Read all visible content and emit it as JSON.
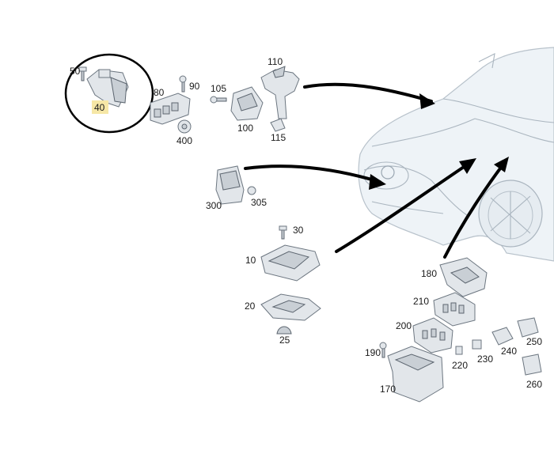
{
  "labels": {
    "p50": "50",
    "p40": "40",
    "p80": "80",
    "p90": "90",
    "p400": "400",
    "p105": "105",
    "p100": "100",
    "p110": "110",
    "p115": "115",
    "p300": "300",
    "p305": "305",
    "p30": "30",
    "p10": "10",
    "p20": "20",
    "p25": "25",
    "p180": "180",
    "p210": "210",
    "p200": "200",
    "p190": "190",
    "p220": "220",
    "p230": "230",
    "p240": "240",
    "p250": "250",
    "p260": "260",
    "p170": "170"
  },
  "colors": {
    "highlight": "#f6e7a6",
    "circle": "#000000",
    "arrows": "#000000",
    "parts": "#e2e6ea"
  }
}
